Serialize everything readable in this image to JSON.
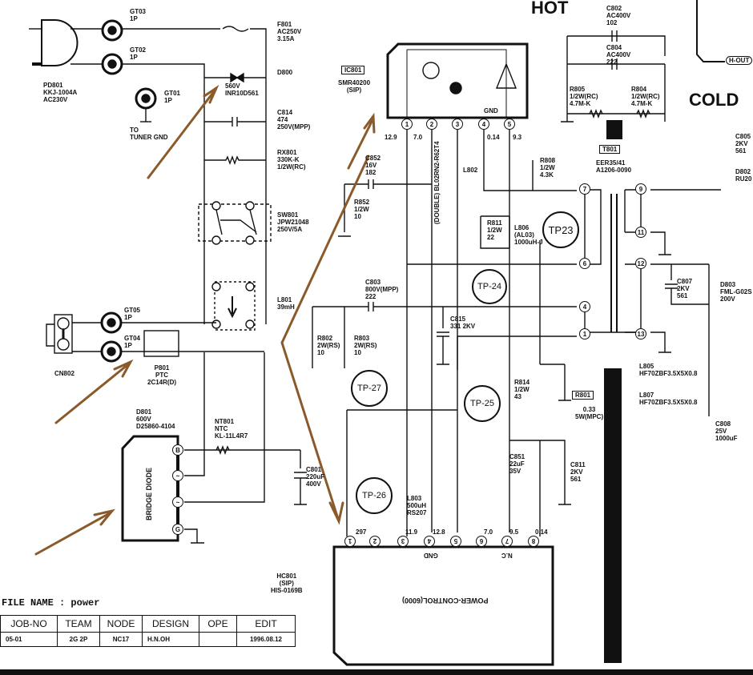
{
  "title_block": {
    "file_name_label": "FILE NAME :",
    "file_name": "power",
    "headers": [
      "JOB-NO",
      "TEAM",
      "NODE",
      "DESIGN",
      "OPE",
      "EDIT"
    ],
    "values": [
      "05-01",
      "2G 2P",
      "NC17",
      "H.N.OH",
      "",
      "1996.08.12"
    ]
  },
  "zones": {
    "hot": "HOT",
    "cold": "COLD"
  },
  "connector_h_out": "H-OUT",
  "components": {
    "pd801": {
      "ref": "PD801",
      "part": "KKJ-1004A",
      "rating": "AC230V"
    },
    "gt03": {
      "ref": "GT03",
      "pins": "1P"
    },
    "gt02": {
      "ref": "GT02",
      "pins": "1P"
    },
    "gt01": {
      "ref": "GT01",
      "pins": "1P",
      "note": "TO\nTUNER GND"
    },
    "gt05": {
      "ref": "GT05",
      "pins": "1P"
    },
    "gt04": {
      "ref": "GT04",
      "pins": "1P"
    },
    "cn802": {
      "ref": "CN802"
    },
    "f801": {
      "ref": "F801",
      "rating": "AC250V",
      "value": "3.15A"
    },
    "d800": {
      "ref": "D800",
      "value": "560V",
      "part": "INR10D561"
    },
    "c814": {
      "ref": "C814",
      "value": "474",
      "rating": "250V(MPP)"
    },
    "rx801": {
      "ref": "RX801",
      "value": "330K-K",
      "rating": "1/2W(RC)"
    },
    "sw801": {
      "ref": "SW801",
      "part": "JPW21048",
      "rating": "250V/5A"
    },
    "l801": {
      "ref": "L801",
      "value": "39mH"
    },
    "p801": {
      "ref": "P801",
      "type": "PTC",
      "part": "2C14R(D)"
    },
    "d801": {
      "ref": "D801",
      "rating": "600V",
      "part": "D25860-4104",
      "body": "BRIDGE DIODE",
      "pins": [
        "B",
        "~",
        "~",
        "G"
      ]
    },
    "nt801": {
      "ref": "NT801",
      "type": "NTC",
      "part": "KL-11L4R7"
    },
    "c801": {
      "ref": "C801",
      "value": "220uF",
      "rating": "400V"
    },
    "hc801": {
      "ref": "HC801",
      "pkg": "(SIP)",
      "part": "HIS-0169B"
    },
    "ic801": {
      "ref": "IC801",
      "part": "SMR40200",
      "pkg": "(SIP)",
      "gnd_label": "GND",
      "pins": [
        "1",
        "2",
        "3",
        "4",
        "5"
      ],
      "voltages": [
        "12.9",
        "7.0",
        "",
        "0.14",
        "9.3"
      ]
    },
    "c852": {
      "ref": "C852",
      "rating": "16V",
      "value": "182"
    },
    "r852": {
      "ref": "R852",
      "rating": "1/2W",
      "value": "10"
    },
    "bead": {
      "ref": "(DOUBLE)",
      "part": "BL02RN2-R62T4"
    },
    "l802": {
      "ref": "L802"
    },
    "r808": {
      "ref": "R808",
      "rating": "1/2W",
      "value": "4.3K"
    },
    "r811": {
      "ref": "R811",
      "rating": "1/2W",
      "value": "22"
    },
    "l806": {
      "ref": "L806",
      "part": "(AL03)",
      "value": "1000uH-J"
    },
    "c803": {
      "ref": "C803",
      "rating": "800V(MPP)",
      "value": "222"
    },
    "c815": {
      "ref": "C815",
      "value": "331 2KV"
    },
    "r802": {
      "ref": "R802",
      "rating": "2W(RS)",
      "value": "10"
    },
    "r803": {
      "ref": "R803",
      "rating": "2W(RS)",
      "value": "10"
    },
    "r814": {
      "ref": "R814",
      "rating": "1/2W",
      "value": "43"
    },
    "r801": {
      "ref": "R801",
      "value": "0.33",
      "rating": "5W(MPC)"
    },
    "c851": {
      "ref": "C851",
      "value": "22uF",
      "rating": "35V"
    },
    "c811": {
      "ref": "C811",
      "rating": "2KV",
      "value": "561"
    },
    "l803": {
      "ref": "L803",
      "value": "500uH",
      "part": "RS207"
    },
    "c802": {
      "ref": "C802",
      "rating": "AC400V",
      "value": "102"
    },
    "c804": {
      "ref": "C804",
      "rating": "AC400V",
      "value": "222"
    },
    "r805": {
      "ref": "R805",
      "rating": "1/2W(RC)",
      "value": "4.7M-K"
    },
    "r804": {
      "ref": "R804",
      "rating": "1/2W(RC)",
      "value": "4.7M-K"
    },
    "t801": {
      "ref": "T801",
      "core": "EER35/41",
      "part": "A1206-0090",
      "pins": [
        "7",
        "6",
        "4",
        "1",
        "9",
        "11",
        "12",
        "13"
      ]
    },
    "c805": {
      "ref": "C805",
      "rating": "2KV",
      "value": "561"
    },
    "d802": {
      "ref": "D802",
      "part": "RU20"
    },
    "c807": {
      "ref": "C807",
      "rating": "2KV",
      "value": "561"
    },
    "d803": {
      "ref": "D803",
      "part": "FML-G02S",
      "rating": "200V"
    },
    "l805": {
      "ref": "L805",
      "part": "HF70ZBF3.5X5X0.8"
    },
    "l807": {
      "ref": "L807",
      "part": "HF70ZBF3.5X5X0.8"
    },
    "c808": {
      "ref": "C808",
      "rating": "25V",
      "value": "1000uF"
    },
    "power_control": {
      "body": "POWER-CONTROL(6000)",
      "gnd_label": "GND",
      "nc_label": "N.C",
      "pins": [
        "1",
        "2",
        "3",
        "4",
        "5",
        "6",
        "7",
        "8"
      ],
      "voltages": [
        "297",
        "",
        "11.9",
        "12.8",
        "",
        "7.0",
        "9.5",
        "0.14"
      ]
    }
  },
  "test_points": [
    "TP23",
    "TP-24",
    "TP-25",
    "TP-26",
    "TP-27"
  ],
  "colors": {
    "ink": "#111111",
    "annotation_arrow": "#8B5A2B",
    "paper": "#ffffff"
  }
}
